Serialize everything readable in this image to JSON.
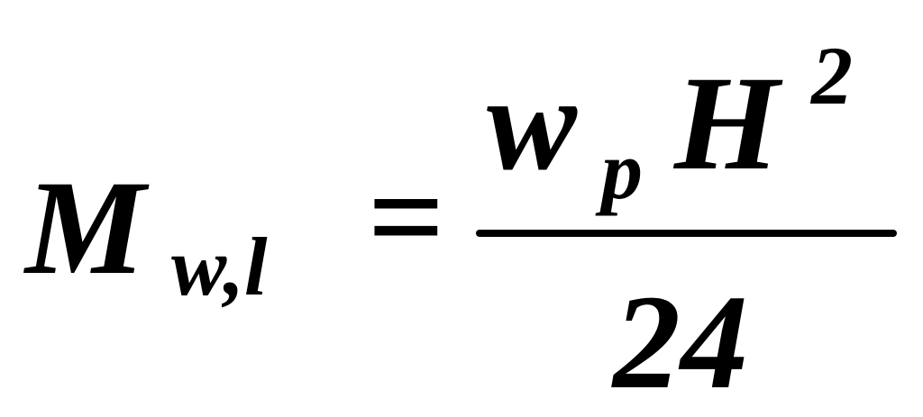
{
  "formula": {
    "lhs": {
      "symbol": "M",
      "subscript": "w,l"
    },
    "operator": "=",
    "numerator": {
      "factor1": "w",
      "factor1_subscript": "p",
      "factor2": "H",
      "factor2_exponent": "2"
    },
    "denominator": "24"
  }
}
